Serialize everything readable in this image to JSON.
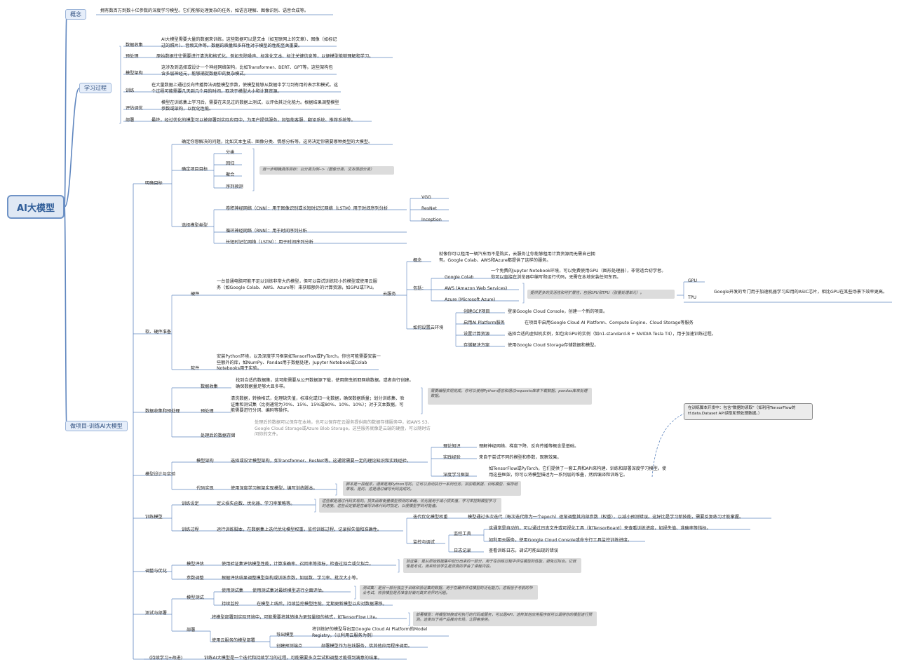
{
  "root": "AI大模型",
  "colors": {
    "root_fill": "#dfe8f4",
    "root_border": "#6f93c6",
    "line": "#5f86bf",
    "note_fill": "#dcdcdc"
  },
  "concept": {
    "label": "概念",
    "desc": "拥有数百万到数十亿参数的深度学习模型。它们能够处理复杂的任务，如语言理解、图像识别、语音合成等。"
  },
  "learning": {
    "label": "学习过程",
    "items": [
      {
        "label": "数据收集",
        "text": "AI大模型需要大量的数据来训练。这些数据可以是文本（如互联网上的文章）、图像（如标记过的照片）、音频文件等。数据的质量和多样性对于模型的性能至关重要。"
      },
      {
        "label": "预处理",
        "text": "原始数据往往需要进行清洗和格式化，例如去除噪声、标准化文本、标注关键信息等，以便模型能够理解和学习。"
      },
      {
        "label": "模型架构",
        "text": "这涉及到选择或设计一个神经网络架构，比如Transformer、BERT、GPT等。这些架构包含多层神经元，能够捕捉数据中的复杂模式。"
      },
      {
        "label": "训练",
        "text": "在大量数据上通过反向传播算法调整模型参数，使模型能够从数据中学习到有用的表示和模式。这个过程可能需要几天到几个月的时间，取决于模型大小和计算资源。"
      },
      {
        "label": "评估调优",
        "text": "模型在训练集上学习后，需要在未见过的数据上测试，以评估其泛化能力。根据结果调整模型参数或架构，以优化性能。"
      },
      {
        "label": "部署",
        "text": "最终，经过优化的模型可以被部署到实际应用中，为用户提供服务，如智能客服、翻译系统、推荐系统等。"
      }
    ]
  },
  "project": {
    "label": "做项目-训练AI大模型",
    "goal": {
      "label": "明确目标",
      "line1": "确定你想解决的问题，比如文本生成、图像分类、情感分析等。这将决定你需要哪种类型的大模型。",
      "task_label": "确定项目目标",
      "tasks": [
        "分类",
        "回归",
        "聚合",
        "序列预测"
      ],
      "task_note": "进一步明确具体目标：以分类为例-->（图像分类、文本情感分类）",
      "model_label": "选择模型类型",
      "cnn": "卷积神经网络（CNN）：用于图像识别或长短时记忆网络（LSTM）用于时间序列分析",
      "cnn_items": [
        "VGG",
        "ResNet",
        "Inception"
      ],
      "rnn": "循环神经网络（RNN）：用于时间序列分析",
      "lstm": "长短时记忆网络（LSTM）：用于时间序列分析"
    },
    "env": {
      "label": "软、硬件准备",
      "hw_label": "硬件",
      "hw_text": "一台普通电脑可能不足以训练非常大的模型，但可以尝试训练较小的模型或使用云服务（如Google Colab、AWS、Azure等）来获取额外的计算资源，如GPU或TPU。",
      "cloud_label": "云服务",
      "concept_label": "概念",
      "concept_text": "就像你可以租用一辆汽车而不是购买，云服务让你能够租用计算资源而无需自己拥有。Google Colab、AWS和Azure都提供了这样的服务。",
      "include_label": "包括：",
      "colab_label": "Google Colab",
      "colab_text": "一个免费的Jupyter Notebook环境，可以免费使用GPU（图形处理器），非常适合初学者。你可以直接在浏览器中编写和运行代码，无需在本地安装任何东西。",
      "aws_label": "AWS (Amazon Web Services)",
      "azure_label": "Azure (Microsoft Azure)",
      "more_note": "提供更多的灵活性和可扩展性，包括GPU和TPU（张量处理单元）。",
      "gpu_label": "GPU",
      "tpu_label": "TPU",
      "tpu_text": "Google开发的专门用于加速机器学习应用的ASIC芯片，相比GPU在某些场景下效率更高。",
      "setup_label": "如何设置云环境",
      "steps": [
        {
          "label": "创建GCP项目",
          "text": "登录Google Cloud Console，创建一个新的项目。"
        },
        {
          "label": "启用AI Platform服务",
          "text": "在项目中启用Google Cloud AI Platform、Compute Engine、Cloud Storage等服务"
        },
        {
          "label": "设置计算资源",
          "text": "选择合适的虚拟机实例，如包含GPU的实例（如n1-standard-8 + NVIDIA Tesla T4），用于加速训练过程。"
        },
        {
          "label": "存储解决方案",
          "text": "使用Google Cloud Storage存储数据和模型。"
        }
      ],
      "sw_label": "软件",
      "sw_text": "安装Python环境，以及深度学习框架如TensorFlow或PyTorch。你也可能需要安装一些额外的库，如NumPy、Pandas用于数据处理，Jupyter Notebook或Colab Notebooks用于实验。"
    },
    "data": {
      "label": "数据收集和预处理",
      "collect_label": "数据收集",
      "collect_text": "找到合适的数据集，这可能需要从公开数据源下载，使用爬虫抓取网络数据，或者自行创建。确保数据量足够大且多样。",
      "pre_label": "预处理",
      "pre_text": "清洗数据，转换格式，处理缺失值，标准化或归一化数据，确保数据质量；划分训练集、验证集和测试集（比例通常为70%、15%、15%或80%、10%、10%）；对于文本数据，可能需要进行分词、编码等操作。",
      "code_note": "需要编程实现完成。你可以使用Python语言和通过requests库来下载数据，pandas库来处理数据。",
      "store_label": "处理后的数据存储",
      "store_text": "处理后的数据可以保存在本地，也可以保存在云服务提供商的数据存储服务中，如AWS S3、Google Cloud Storage或Azure Blob Storage。这些服务就像是云端的硬盘，可以随时访问你的文件。"
    },
    "design": {
      "label": "模型设计与实验",
      "arch_label": "模型架构",
      "arch_text": "选择或设计模型架构，如Transformer、ResNet等。这通常需要一定的理论知识和实践经验。",
      "theory_label": "理论知识",
      "theory_text": "理解神经网络、梯度下降、反向传播等概念是基础。",
      "practice_label": "实践经验",
      "practice_text": "来自于尝试不同的模型和参数，观察效果。",
      "dl_label": "深度学习框架",
      "dl_text": "如TensorFlow或PyTorch，它们提供了一套工具和API来构建、训练和部署深度学习模型。使用这些框架，你可以将模型描述为一系列层的堆叠，然后编译和训练它。",
      "code_label": "代码实现",
      "code_text": "使用深度学习框架实现模型，编写训练脚本。",
      "code_note": "脚本是一段程序，通常是用Python写的，它可以自动执行一系列任务，如加载数据、训练模型、保存结果等。是的，这是通过编写代码完成的。"
    },
    "train": {
      "label": "训练模型",
      "setup_label": "训练设定",
      "setup_text": "定义损失函数、优化器、学习率策略等。",
      "setup_note": "这些都是通过代码实现的。损失函数衡量模型预测的准确，优化器用于减小损失值，学习率控制模型学习的速度。这些设定都是在编写训练代码时指定，以便模型学到可能值。",
      "proc_label": "训练过程",
      "proc_text": "运行训练脚本，在数据集上迭代优化模型权重。监控训练过程，记录损失值和准确性。",
      "iter_label": "迭代优化模型权重",
      "iter_text": "模型通过多次迭代（每次迭代称为一个epoch）逐渐调整其内部参数（权重），以减小预测错误。这好比是学习新技能，需要反复练习才能掌握。",
      "monitor_label": "监控与调试",
      "monitor_tools_label": "监控工具",
      "monitor_tools_text": "这通常是自动的，可以通过日志文件或可视化工具（如TensorBoard）来查看训练进度，如损失值、准确率等指标。",
      "monitor_cloud_text": "如利用云服务，使用Google Cloud Console或命令行工具监控训练进度。",
      "log_label": "日志记录",
      "log_text": "查看训练日志，调试可能出现的错误",
      "callout": "在训练脚本开发中：包含\"数据的读取\"（如利用TensorFlow的tf.data.Dataset API读取和预处理数据。）"
    },
    "tune": {
      "label": "调整与优化",
      "eval_label": "模型评估",
      "eval_text": "使用验证集评估模型性能，计算准确率、召回率等指标，检查过拟合或欠拟合。",
      "eval_note": "验证集：是从原始数据集中划分出来的一部分，用于在训练过程中评估模型的性能，避免过拟合。它就像是考试，用来检验学生是否真的学会了课程内容。",
      "adjust_label": "参数调整",
      "adjust_text": "根据评估结果调整模型架构或训练参数，如层数、学习率、批次大小等。"
    },
    "deploy": {
      "label": "测试与部署",
      "test_label": "模型测试",
      "test_set_label": "使用测试集",
      "test_set_text": "使用测试集对最终模型进行全面评估。",
      "test_note": "测试集：是另一部分独立于训练和验证集的数据，用于在最终评估模型的泛化能力。这相当于考前的毕业考试，检验模型是否准备好面对真实世界的问题。",
      "monitor_label": "持续监控",
      "monitor_text": "在模型上线后，持续监控模型性能，定期更新模型以应对数据漂移。",
      "deploy_label": "部署",
      "deploy_text": "将模型部署到实际环境中，可能需要将其转换为更轻量级的格式，如TensorFlow Lite。",
      "deploy_note": "部署模型：将模型转换成可执行的代码或服务，可以是API、这样其他应用程序就可以调用你的模型进行预测。这类似于将产品推向市场，让顾客使用。",
      "cloud_label": "使用云服务的模型部署",
      "export_label": "导出模型",
      "export_text": "将训练好的模型导出至Google Cloud AI Platform的Model Registry。（以利用云服务为例）",
      "endpoint_label": "创建预测端点",
      "endpoint_text": "部署模型作为在线服务，供其他应用程序调用。"
    },
    "continue": {
      "label": "(持续学习+改进)",
      "text": "训练AI大模型是一个迭代和持续学习的过程，可能需要多次尝试和调整才能得到满意的结果。"
    }
  }
}
